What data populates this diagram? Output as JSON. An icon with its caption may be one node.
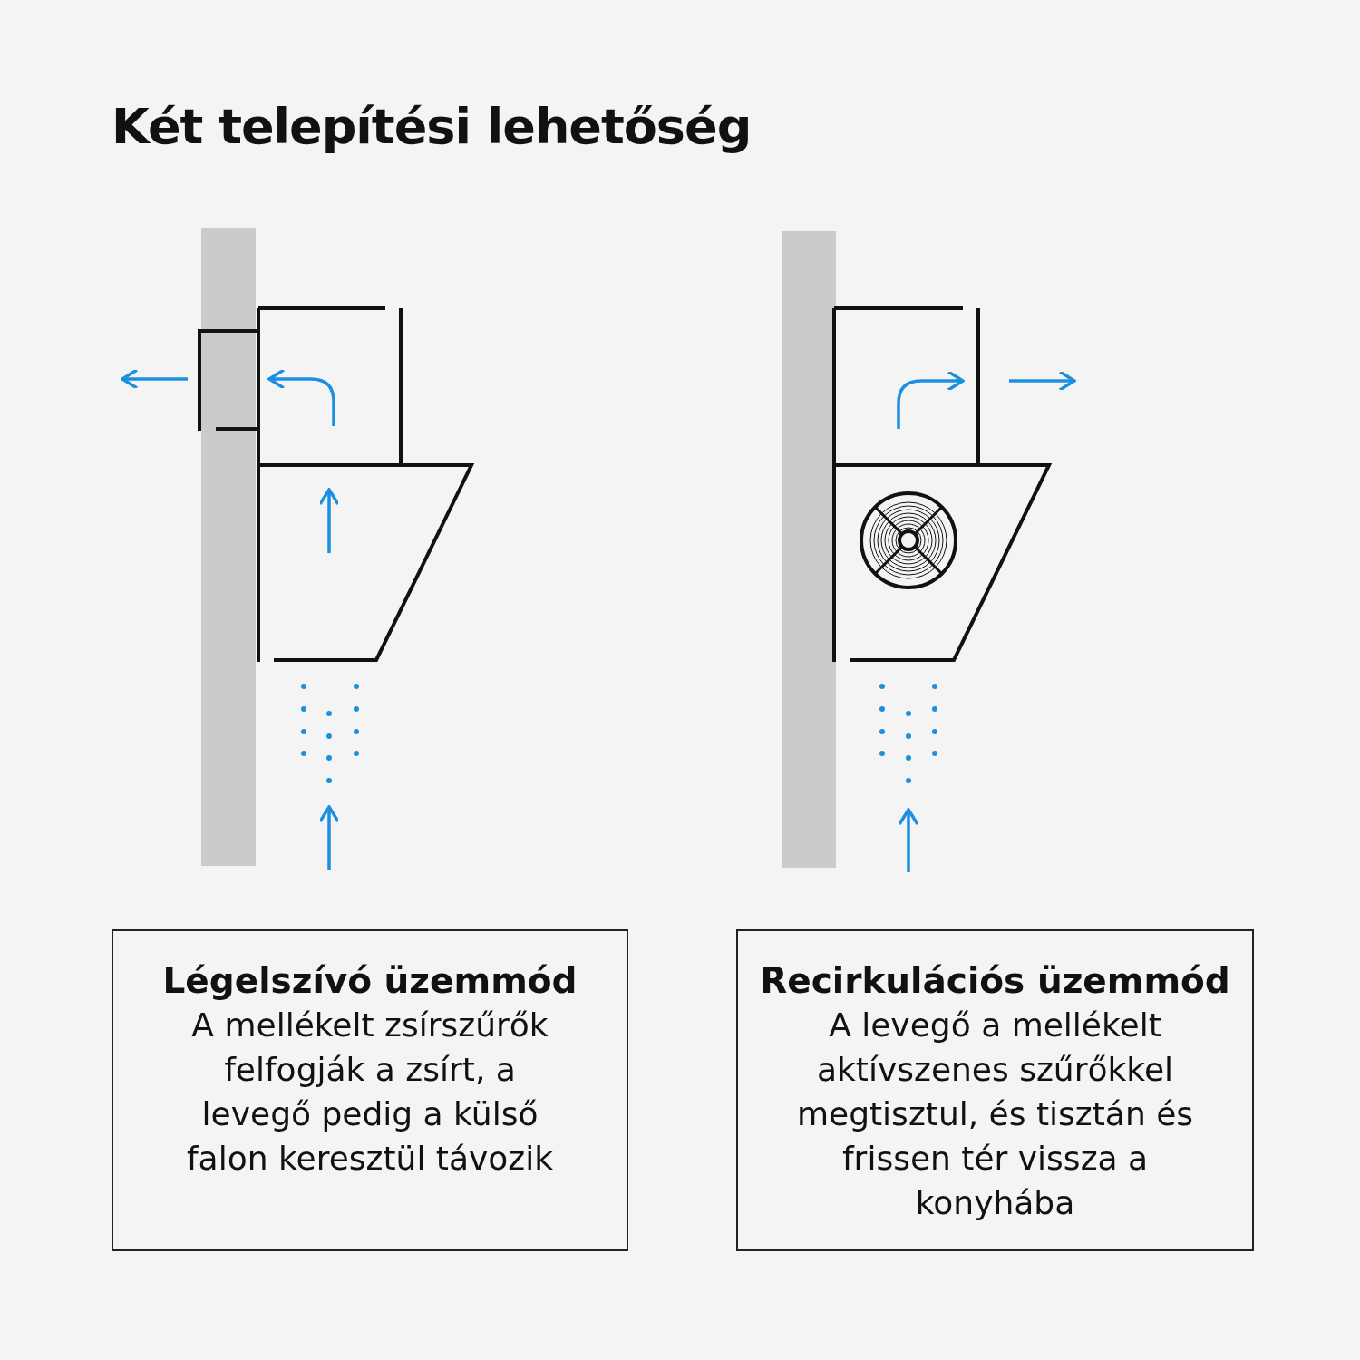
{
  "diagram": {
    "title": "Két telepítési lehetőség",
    "nodes": [
      {
        "text": [
          "Légelszívó üzemmód",
          "A mellékelt zsírszűrők felfogják a zsírt, a levegő pedig a külső falon keresztül távozik"
        ]
      },
      {
        "text": [
          "Recirkulációs üzemmód",
          "A levegő a mellékelt aktívszenes szűrőkkel megtisztul, és tisztán és frissen tér vissza a konyhába"
        ]
      }
    ]
  }
}
